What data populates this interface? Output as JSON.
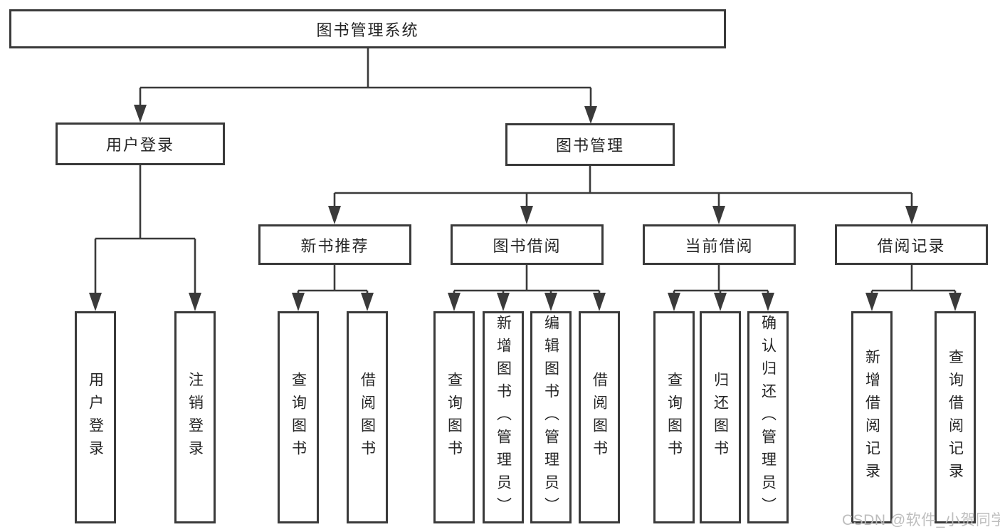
{
  "diagram_title": "图书管理系统",
  "tree": {
    "label": "图书管理系统",
    "children": [
      {
        "label": "用户登录",
        "children": [
          {
            "label": "用户登录"
          },
          {
            "label": "注销登录"
          }
        ]
      },
      {
        "label": "图书管理",
        "children": [
          {
            "label": "新书推荐",
            "children": [
              {
                "label": "查询图书"
              },
              {
                "label": "借阅图书"
              }
            ]
          },
          {
            "label": "图书借阅",
            "children": [
              {
                "label": "查询图书"
              },
              {
                "label": "新增图书（管理员）"
              },
              {
                "label": "编辑图书（管理员）"
              },
              {
                "label": "借阅图书"
              }
            ]
          },
          {
            "label": "当前借阅",
            "children": [
              {
                "label": "查询图书"
              },
              {
                "label": "归还图书"
              },
              {
                "label": "确认归还（管理员）"
              }
            ]
          },
          {
            "label": "借阅记录",
            "children": [
              {
                "label": "新增借阅记录"
              },
              {
                "label": "查询借阅记录"
              }
            ]
          }
        ]
      }
    ]
  },
  "watermark": {
    "text": "CSDN @软件_小贺同学"
  },
  "colors": {
    "line": "#3a3a3a",
    "box_border": "#3a3a3a",
    "text": "#252525",
    "watermark": "#b9b9b9",
    "background": "#ffffff"
  }
}
